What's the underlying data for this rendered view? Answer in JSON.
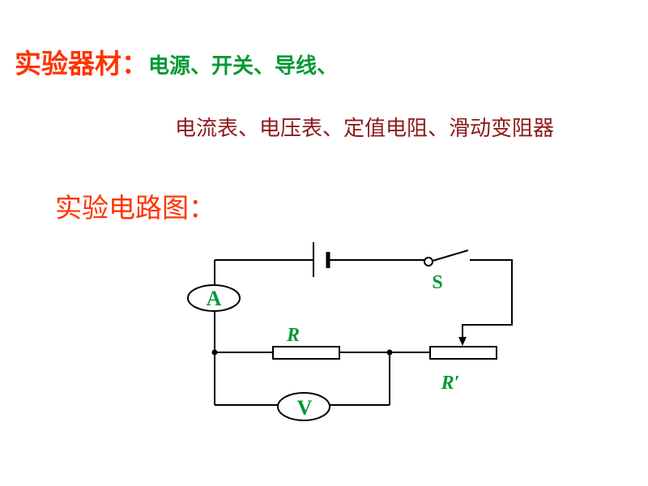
{
  "equipment": {
    "heading": "实验器材：",
    "items_line1": "电源、开关、导线、",
    "items_line2": "电流表、电压表、定值电阻、滑动变阻器"
  },
  "circuit": {
    "heading": "实验电路图：",
    "switch_label": "S",
    "ammeter_label": "A",
    "voltmeter_label": "V",
    "resistor_label": "R",
    "rheostat_label": "R′"
  },
  "colors": {
    "heading": "#ff3300",
    "green_text": "#009933",
    "dark_red_text": "#8b1a1a",
    "wire": "#000000"
  }
}
